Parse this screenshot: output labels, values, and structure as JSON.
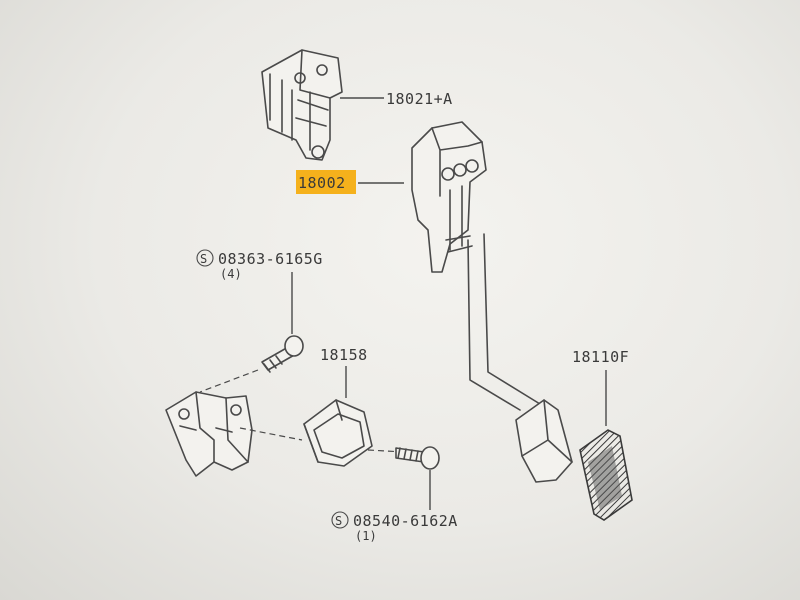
{
  "parts": {
    "bracket": {
      "number": "18021+A"
    },
    "pedal_assembly": {
      "number": "18002",
      "highlight_color": "#f5b11c"
    },
    "bolt": {
      "number": "08363-6165G",
      "qty": "(4)",
      "standard_mark": "S"
    },
    "stopper": {
      "number": "18158"
    },
    "pedal_pad": {
      "number": "18110F"
    },
    "screw": {
      "number": "08540-6162A",
      "qty": "(1)",
      "standard_mark": "S"
    }
  }
}
